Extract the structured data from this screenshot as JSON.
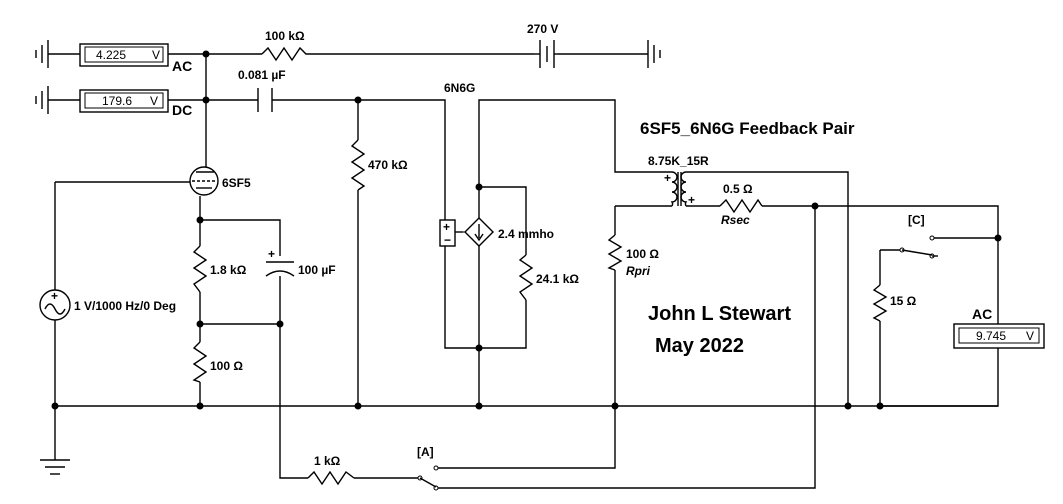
{
  "title": "6SF5_6N6G Feedback Pair",
  "author": "John L Stewart",
  "date": "May 2022",
  "meters": {
    "ac_top": {
      "label": "AC",
      "value": "4.225",
      "unit": "V"
    },
    "dc_top": {
      "label": "DC",
      "value": "179.6",
      "unit": "V"
    },
    "ac_out": {
      "label": "AC",
      "value": "9.745",
      "unit": "V"
    }
  },
  "components": {
    "r_100k": "100 kΩ",
    "batt_270": "270 V",
    "cap_0081": "0.081 µF",
    "tube_6n6g": "6N6G",
    "tube_6sf5": "6SF5",
    "r_470k": "470 kΩ",
    "transformer": "8.75K_15R",
    "r_rsec_val": "0.5 Ω",
    "r_rsec_name": "Rsec",
    "gm_source": "2.4 mmho",
    "r_241k": "24.1 kΩ",
    "r_rpri_val": "100 Ω",
    "r_rpri_name": "Rpri",
    "r_18k": "1.8 kΩ",
    "cap_100u": "100 µF",
    "r_100_cath": "100 Ω",
    "source": "1 V/1000 Hz/0 Deg",
    "r_1k": "1 kΩ",
    "r_15": "15 Ω",
    "switch_a": "[A]",
    "switch_c": "[C]"
  }
}
